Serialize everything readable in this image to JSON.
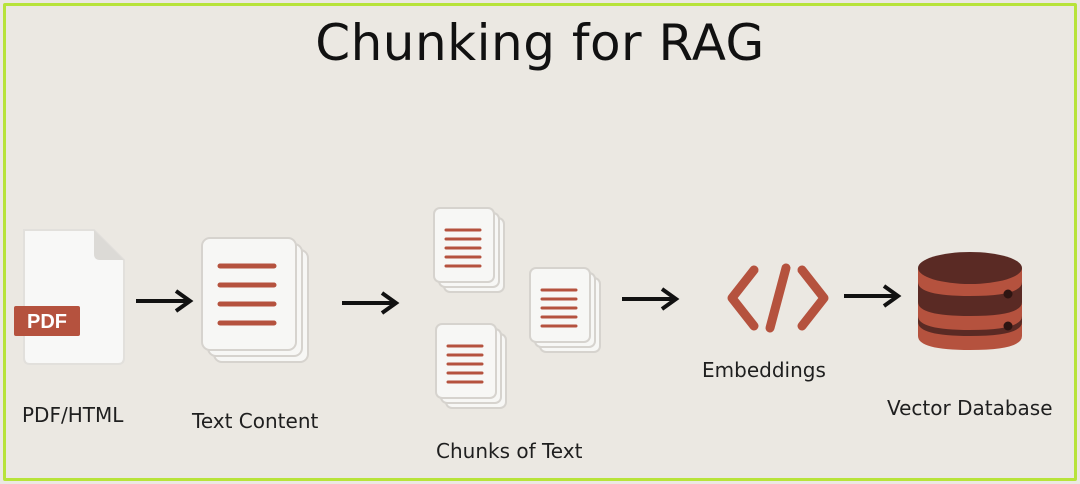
{
  "title": "Chunking for RAG",
  "colors": {
    "accent": "#b5523e",
    "dark": "#5a2a24",
    "page_bg": "#ebe8e2",
    "border": "#b7e33a",
    "doc_fill": "#f7f7f5"
  },
  "steps": [
    {
      "label": "PDF/HTML",
      "icon": "pdf-file-icon",
      "badge": "PDF"
    },
    {
      "label": "Text Content",
      "icon": "document-stack-icon"
    },
    {
      "label": "Chunks of Text",
      "icon": "document-chunks-icon"
    },
    {
      "label": "Embeddings",
      "icon": "code-brackets-icon"
    },
    {
      "label": "Vector Database",
      "icon": "database-icon"
    }
  ]
}
